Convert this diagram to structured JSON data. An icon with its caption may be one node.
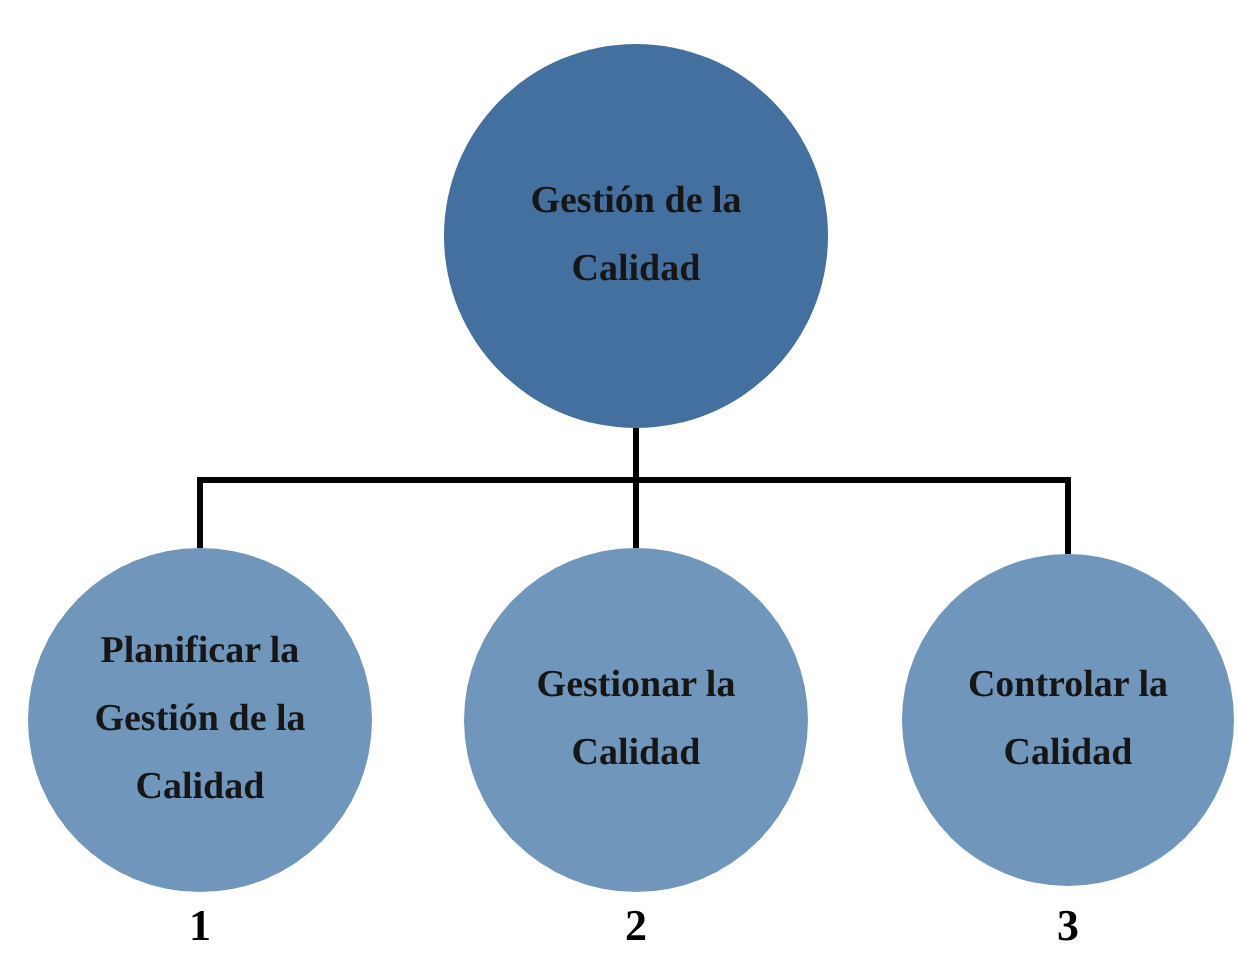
{
  "diagram": {
    "nodes": [
      {
        "text": [
          "Gestión de la Calidad"
        ]
      },
      {
        "text": [
          "Planificar la Gestión de la Calidad"
        ],
        "beside": [
          "1"
        ]
      },
      {
        "text": [
          "Gestionar la Calidad"
        ],
        "beside": [
          "2"
        ]
      },
      {
        "text": [
          "Controlar la Calidad"
        ],
        "beside": [
          "3"
        ]
      }
    ],
    "edges": [
      {
        "from": 0,
        "to": 1,
        "arrow": "none"
      },
      {
        "from": 0,
        "to": 2,
        "arrow": "none"
      },
      {
        "from": 0,
        "to": 3,
        "arrow": "none"
      }
    ]
  }
}
